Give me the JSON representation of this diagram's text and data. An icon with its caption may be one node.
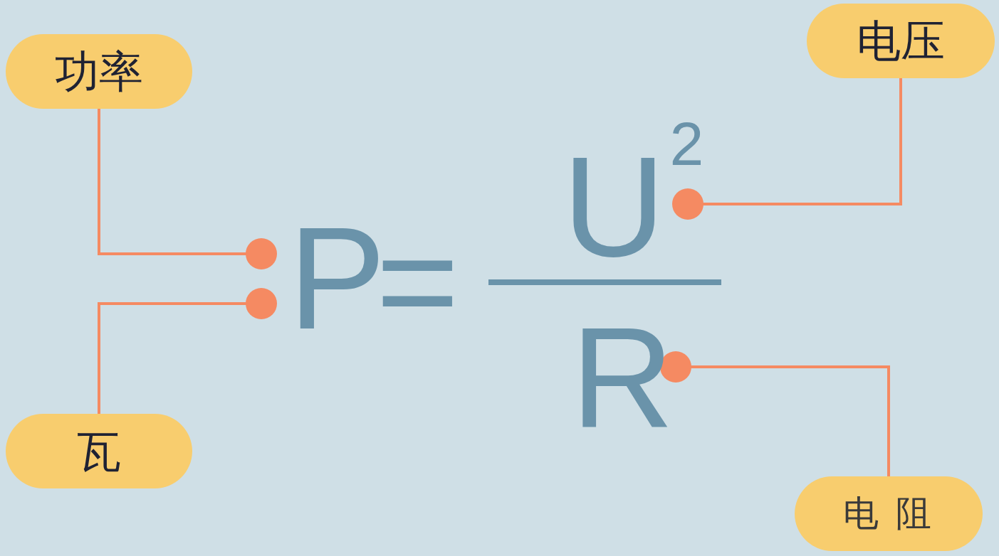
{
  "diagram": {
    "nodes": [
      {
        "text": [
          "功率"
        ]
      },
      {
        "text": [
          "瓦"
        ]
      },
      {
        "text": [
          "电压"
        ]
      },
      {
        "text": [
          "电 阻"
        ]
      },
      {
        "text": [
          "P"
        ]
      },
      {
        "text": [
          "U$^{2}$"
        ]
      },
      {
        "text": [
          "R"
        ]
      }
    ],
    "edges": [
      {
        "from": 0,
        "to": 4,
        "arrow": "other"
      },
      {
        "from": 1,
        "to": 4,
        "arrow": "other"
      },
      {
        "from": 2,
        "to": 5,
        "arrow": "other"
      },
      {
        "from": 3,
        "to": 6,
        "arrow": "other"
      }
    ],
    "labels": [
      "="
    ]
  }
}
